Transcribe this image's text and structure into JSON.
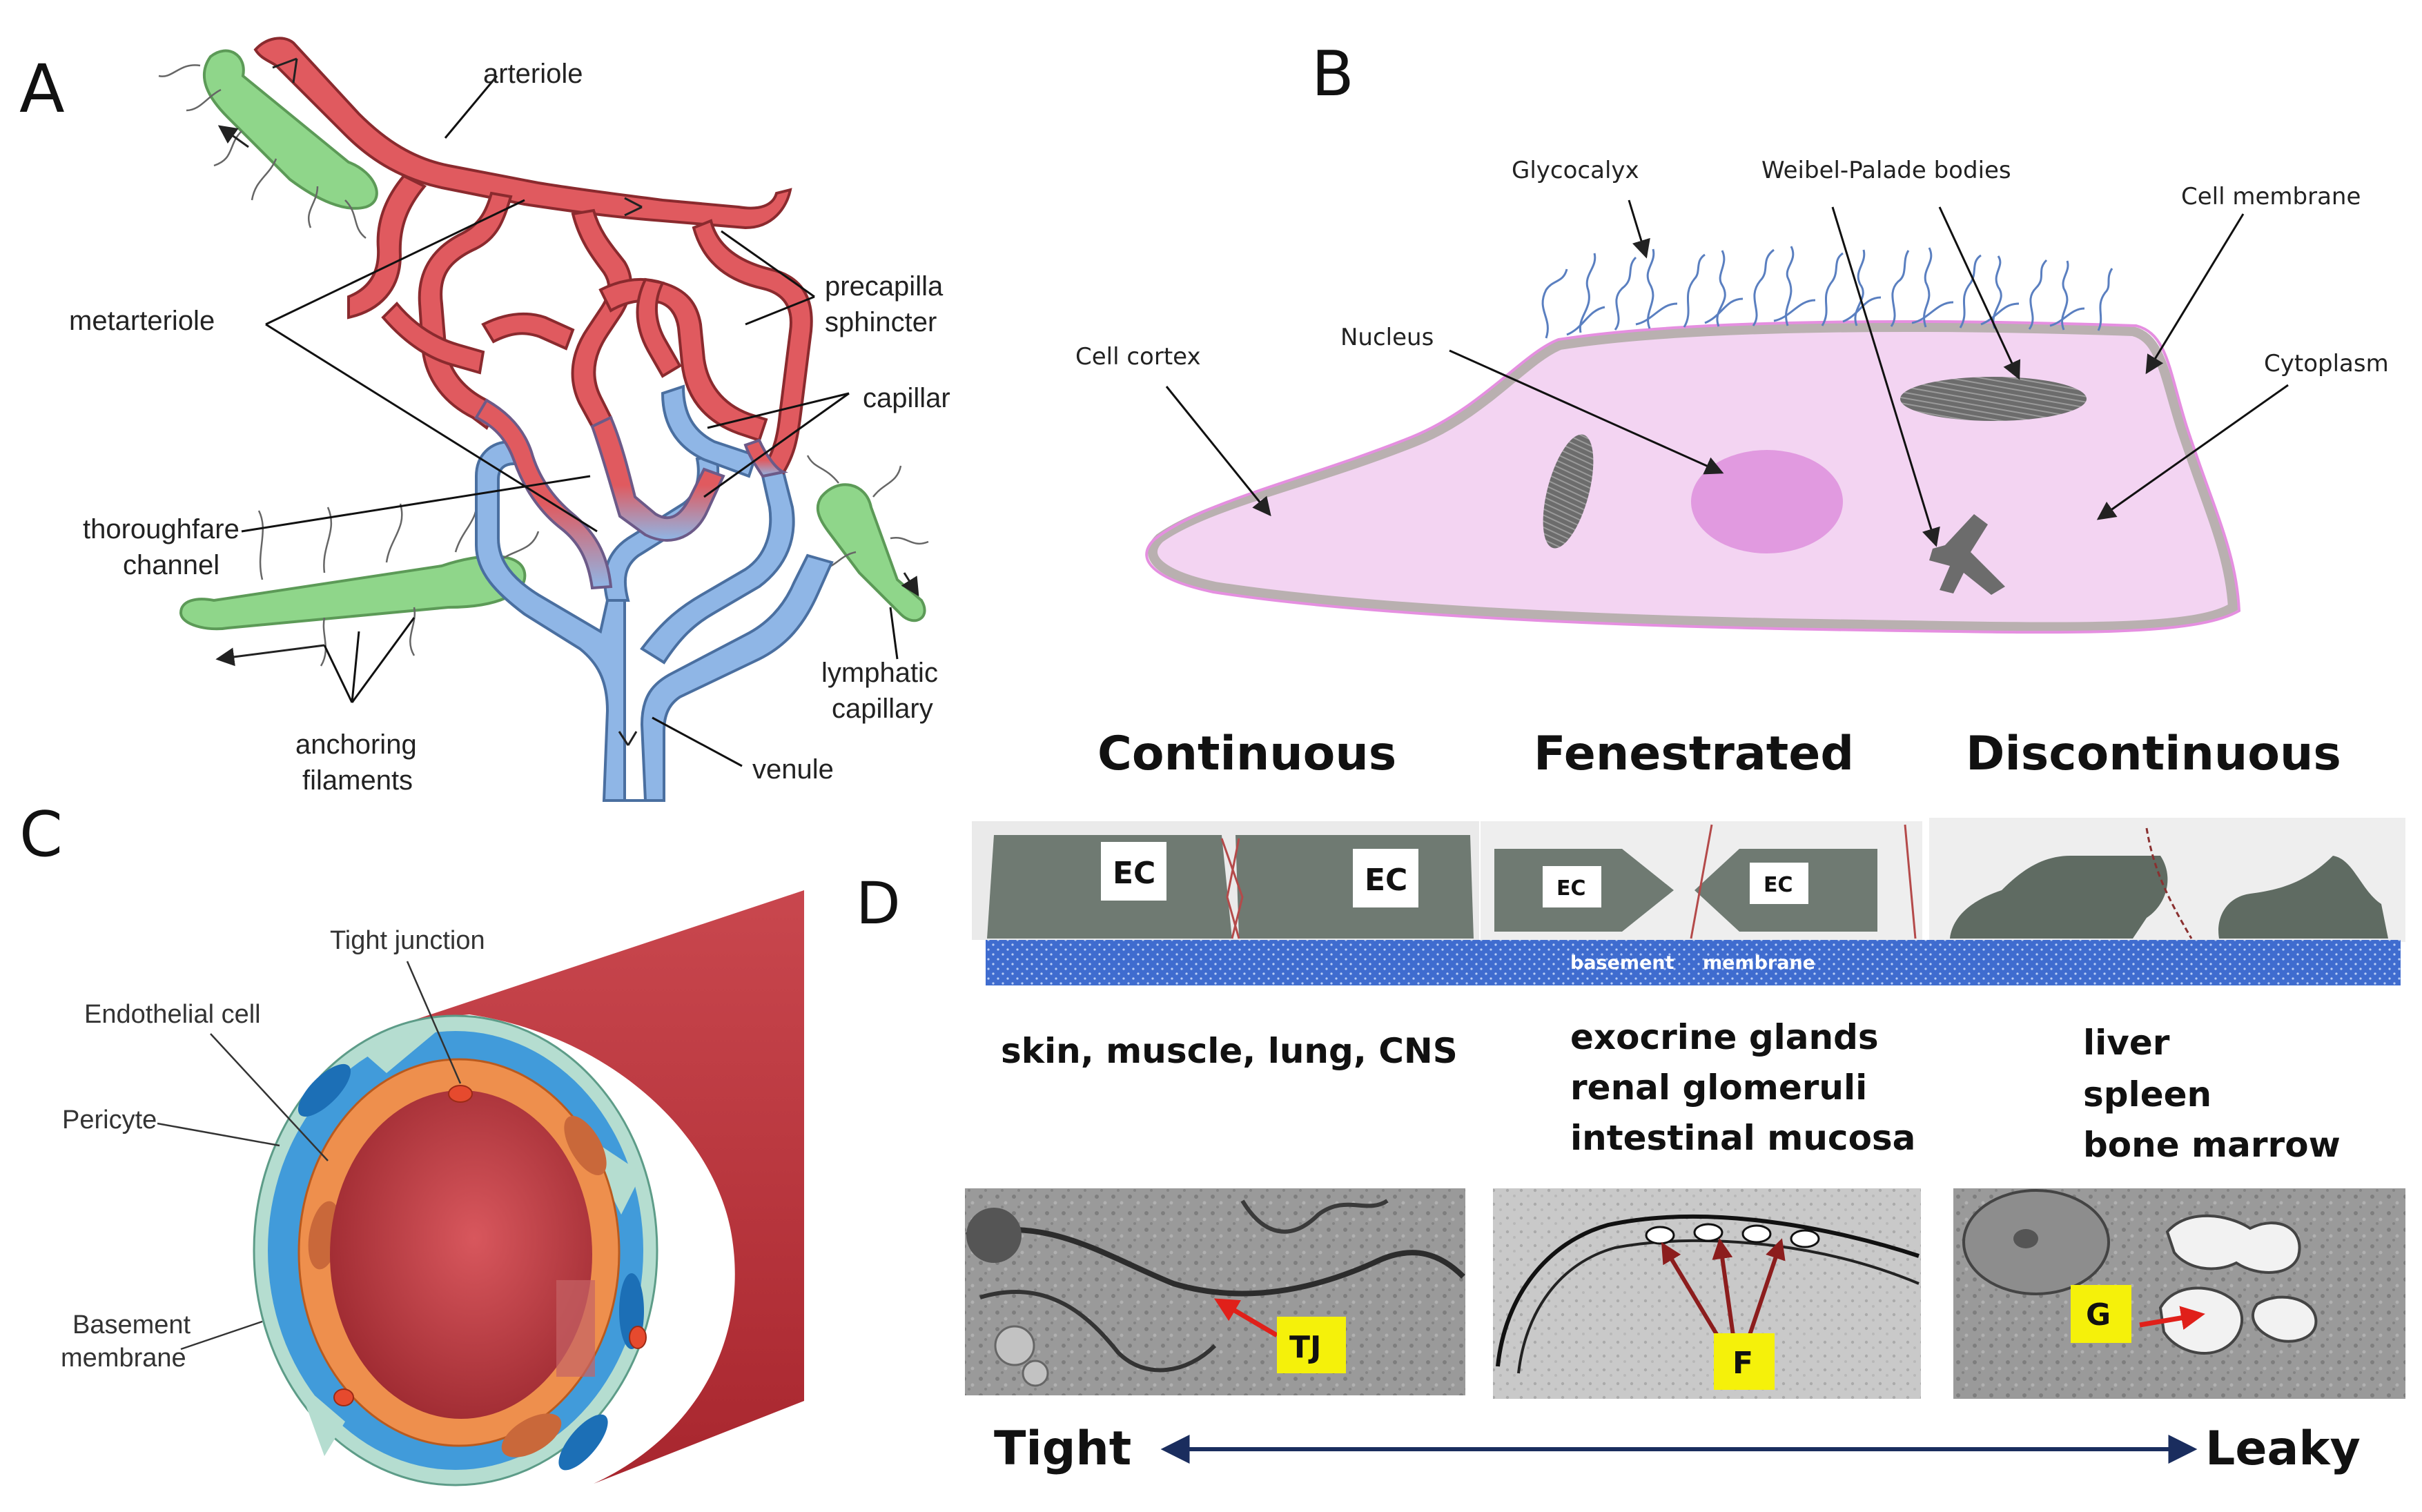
{
  "panels": {
    "a": {
      "letter": "A",
      "labels": {
        "arteriole": "arteriole",
        "metarteriole": "metarteriole",
        "precap1": "precapilla",
        "precap2": "sphincter",
        "capillary": "capillar",
        "thoroughfare1": "thoroughfare",
        "thoroughfare2": "channel",
        "anchoring1": "anchoring",
        "anchoring2": "filaments",
        "venule": "venule",
        "lymphatic1": "lymphatic",
        "lymphatic2": "capillary"
      }
    },
    "b": {
      "letter": "B",
      "labels": {
        "glycocalyx": "Glycocalyx",
        "weibel": "Weibel-Palade bodies",
        "membrane": "Cell membrane",
        "cortex": "Cell cortex",
        "nucleus": "Nucleus",
        "cytoplasm": "Cytoplasm"
      }
    },
    "c": {
      "letter": "C",
      "labels": {
        "tight_junction": "Tight junction",
        "endothelial": "Endothelial cell",
        "pericyte": "Pericyte",
        "basement1": "Basement",
        "basement2": "membrane"
      }
    },
    "d": {
      "letter": "D",
      "columns": [
        {
          "title": "Continuous",
          "cells": [
            "EC",
            "EC"
          ],
          "tissues": [
            "skin, muscle, lung, CNS"
          ],
          "micro_label": "TJ"
        },
        {
          "title": "Fenestrated",
          "cells": [
            "EC",
            "EC"
          ],
          "tissues": [
            "exocrine glands",
            "renal glomeruli",
            "intestinal mucosa"
          ],
          "micro_label": "F"
        },
        {
          "title": "Discontinuous",
          "cells": [],
          "tissues": [
            "liver",
            "spleen",
            "bone marrow"
          ],
          "micro_label": "G"
        }
      ],
      "basement": [
        "basement",
        "membrane"
      ],
      "scale": {
        "left": "Tight",
        "right": "Leaky"
      }
    }
  },
  "colors": {
    "artery": "#e05a5f",
    "vein": "#8fb6e6",
    "lymph": "#8fd68a",
    "cell_fill": "#f3d4f2",
    "nucleus": "#e19ae0",
    "vessel_wall": "#c0343c",
    "endothelium": "#ee8f4d",
    "pericyte": "#3b97da",
    "basement_band": "#3f6ccf",
    "highlight": "#f5f10a",
    "scale_arrow": "#1a2d5e"
  }
}
